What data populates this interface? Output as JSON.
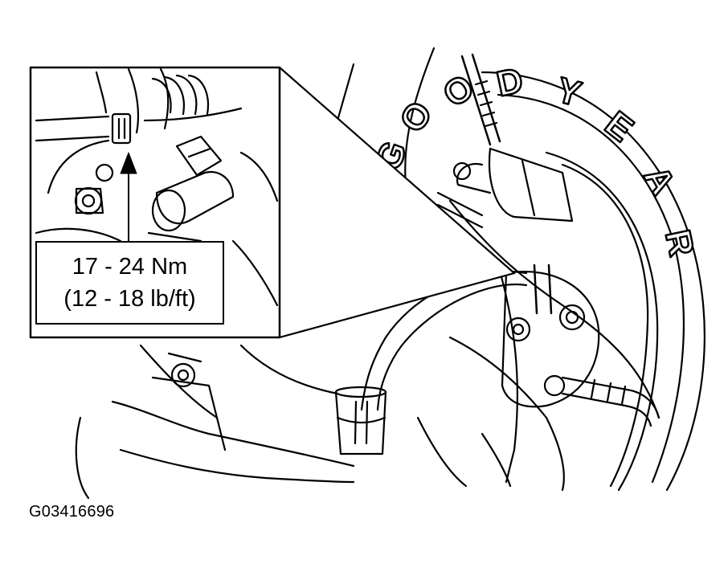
{
  "callout": {
    "torque_nm": "17 - 24 Nm",
    "torque_lbft": "(12 - 18 lb/ft)"
  },
  "figure_id": "G03416696",
  "tire_brand": "GOODYEAR",
  "tire_letters_visible": [
    "G",
    "O",
    "O",
    "D",
    "Y",
    "E",
    "A",
    "R"
  ],
  "colors": {
    "line": "#000000",
    "background": "#ffffff"
  }
}
